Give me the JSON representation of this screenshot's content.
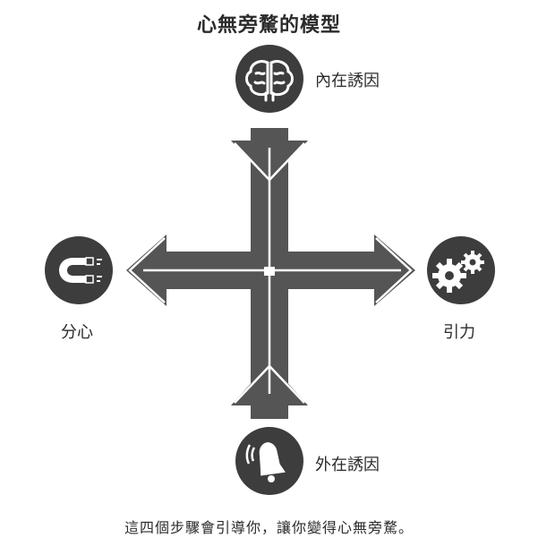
{
  "title": "心無旁騖的模型",
  "nodes": {
    "top": {
      "label": "內在誘因",
      "icon": "brain-icon"
    },
    "right": {
      "label": "引力",
      "icon": "gears-icon"
    },
    "bottom": {
      "label": "外在誘因",
      "icon": "bell-icon"
    },
    "left": {
      "label": "分心",
      "icon": "magnet-icon"
    }
  },
  "caption": "這四個步驟會引導你，讓你變得心無旁騖。",
  "colors": {
    "arrow": "#555555",
    "circle": "#3d3d3d",
    "icon": "#ffffff",
    "text": "#2b2b2b"
  }
}
